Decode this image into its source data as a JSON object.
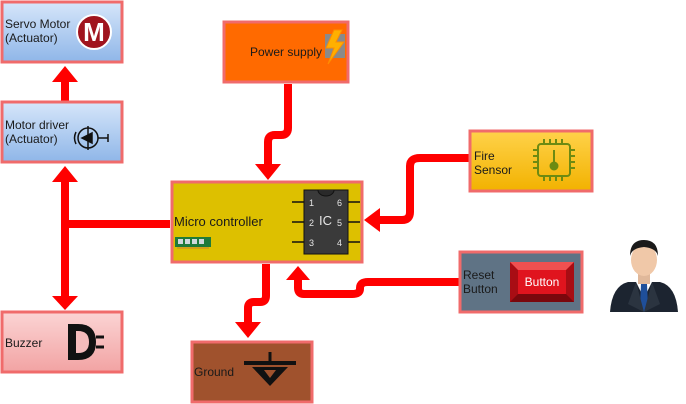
{
  "nodes": {
    "servo_motor": {
      "label": "Servo Motor\n(Actuator)",
      "icon": "motor-icon",
      "icon_text": "M",
      "fill": "#a9c9f0",
      "border": "#f06b6b"
    },
    "motor_driver": {
      "label": "Motor driver\n(Actuator)",
      "icon": "motor-driver-icon",
      "fill": "#a9c9f0",
      "border": "#f06b6b"
    },
    "buzzer": {
      "label": "Buzzer",
      "icon": "buzzer-icon",
      "fill": "#f4b4b4",
      "border": "#f06b6b"
    },
    "power_supply": {
      "label": "Power supply",
      "icon": "lightning-icon",
      "fill": "#ff6a00",
      "border": "#f06b6b"
    },
    "fire_sensor": {
      "label": "Fire\nSensor",
      "icon": "chip-icon",
      "fill": "#f7c21b",
      "border": "#f06b6b"
    },
    "micro_controller": {
      "label": "Micro controller",
      "fill": "#ddc000",
      "border": "#f06b6b"
    },
    "ic": {
      "label": "IC",
      "pins_left": [
        "1",
        "2",
        "3"
      ],
      "pins_right": [
        "6",
        "5",
        "4"
      ],
      "fill": "#3a3a3a"
    },
    "reset_button": {
      "label": "Reset\nButton",
      "button_label": "Button",
      "fill": "#5f7385",
      "border": "#f06b6b"
    },
    "ground": {
      "label": "Ground",
      "icon": "ground-icon",
      "fill": "#a0522d",
      "border": "#f06b6b"
    },
    "user": {
      "icon": "user-icon"
    }
  },
  "colors": {
    "arrow": "#ff0000",
    "arrow_outline": "#c00000",
    "button_red": "#e0141e"
  }
}
